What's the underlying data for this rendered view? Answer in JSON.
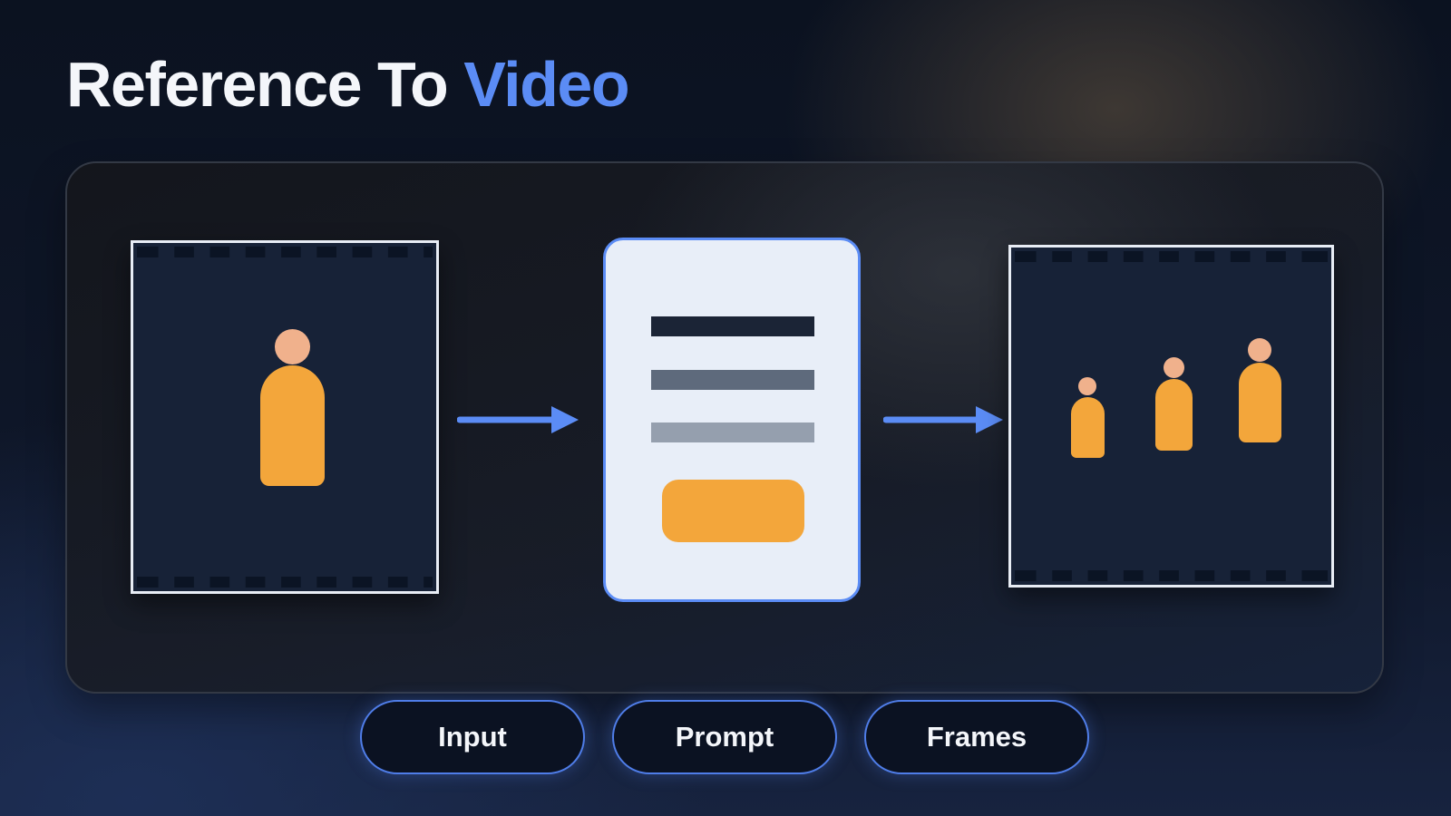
{
  "title": {
    "prefix": "Reference To",
    "highlight": "Video"
  },
  "steps": [
    {
      "label": "Input"
    },
    {
      "label": "Prompt"
    },
    {
      "label": "Frames"
    }
  ],
  "colors": {
    "accent": "#5b8cf5",
    "figure_body": "#f3a63b",
    "figure_head": "#f0b18c",
    "frame_fill": "#172237",
    "frame_border": "#e8edf5",
    "document_fill": "#e8eef8",
    "pill_border": "#4f7de8"
  },
  "icons": {
    "input_frame": "film-frame-icon",
    "figure": "person-icon",
    "arrow": "arrow-right-icon",
    "prompt": "document-icon",
    "output_frames": "film-frame-icon"
  }
}
